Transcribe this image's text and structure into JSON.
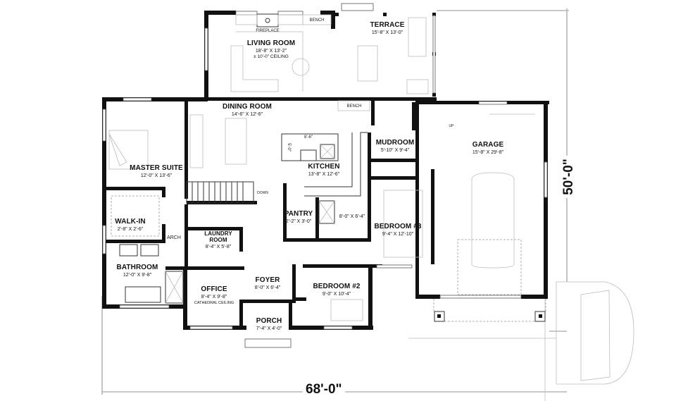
{
  "plan": {
    "overall_width": "68'-0\"",
    "overall_depth": "50'-0\"",
    "colors": {
      "wall": "#111111",
      "dimension_line": "#b5b5b5",
      "background": "#ffffff"
    }
  },
  "rooms": [
    {
      "id": "living-room",
      "name": "LIVING ROOM",
      "size": "18'-8\" X 13'-2\"",
      "note": "± 10'-0\" CEILING"
    },
    {
      "id": "terrace",
      "name": "TERRACE",
      "size": "15'-8\" X 13'-0\""
    },
    {
      "id": "dining-room",
      "name": "DINING ROOM",
      "size": "14'-6\" X 12'-6\""
    },
    {
      "id": "master-suite",
      "name": "MASTER SUITE",
      "size": "12'-0\" X 13'-6\""
    },
    {
      "id": "kitchen",
      "name": "KITCHEN",
      "size": "13'-8\" X 12'-6\""
    },
    {
      "id": "mudroom",
      "name": "MUDROOM",
      "size": "5'-10\" X 9'-4\""
    },
    {
      "id": "garage",
      "name": "GARAGE",
      "size": "15'-8\" X 29'-8\""
    },
    {
      "id": "walk-in",
      "name": "WALK-IN",
      "size": "2'-8\" X 2'-6\""
    },
    {
      "id": "laundry-room",
      "name": "LAUNDRY\nROOM",
      "name_line1": "LAUNDRY",
      "name_line2": "ROOM",
      "size": "8'-4\" X 5'-8\""
    },
    {
      "id": "pantry",
      "name": "PANTRY",
      "size": "2'-2\" X 3'-0\""
    },
    {
      "id": "powder-bath",
      "name": "",
      "size": "8'-0\" X 6'-4\""
    },
    {
      "id": "bedroom-3",
      "name": "BEDROOM #3",
      "size": "9'-4\" X 12'-10\""
    },
    {
      "id": "bathroom",
      "name": "BATHROOM",
      "size": "12'-0\" X 9'-8\""
    },
    {
      "id": "office",
      "name": "OFFICE",
      "size": "8'-4\" X 9'-8\"",
      "note": "CATHEDRAL CEILING"
    },
    {
      "id": "foyer",
      "name": "FOYER",
      "size": "8'-0\" X 6'-4\""
    },
    {
      "id": "bedroom-2",
      "name": "BEDROOM #2",
      "size": "9'-0\" X 10'-4\""
    },
    {
      "id": "porch",
      "name": "PORCH",
      "size": "7'-4\" X 4'-0\""
    }
  ],
  "annotations": {
    "fireplace": "FIREPLACE",
    "bench_living": "BENCH",
    "bench_dining": "BENCH",
    "island_length": "8'-6\"",
    "island_depth": "5'-0\"",
    "stairs_down": "DOWN",
    "garage_up": "UP",
    "arch": "ARCH"
  }
}
